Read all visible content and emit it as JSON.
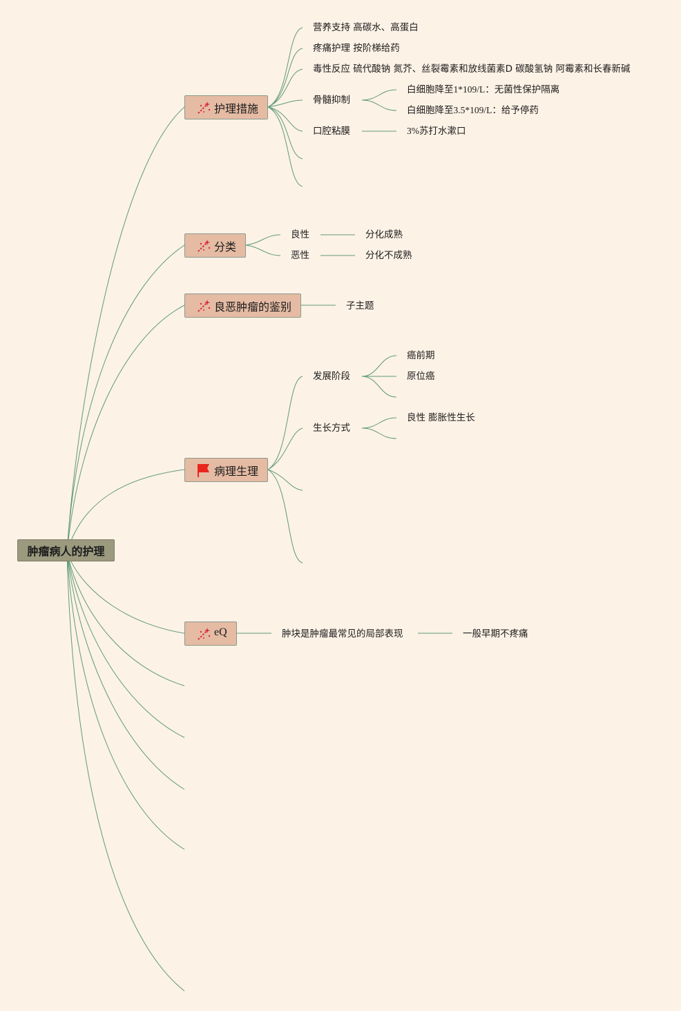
{
  "root": {
    "label": "肿瘤病人的护理"
  },
  "topics": {
    "care": {
      "label": "护理措施",
      "icon": "sparkle-icon",
      "children": {
        "nutrition": "营养支持 高碳水、高蛋白",
        "pain": "疼痛护理 按阶梯给药",
        "toxicity": "毒性反应 硫代酸钠 氮芥、丝裂霉素和放线菌素D 碳酸氢钠 阿霉素和长春新碱",
        "marrow": "骨髓抑制",
        "marrow_a": "白细胞降至1*109/L：无菌性保护隔离",
        "marrow_b": "白细胞降至3.5*109/L：给予停药",
        "oral": "口腔粘膜",
        "oral_a": "3%苏打水漱口"
      }
    },
    "classification": {
      "label": "分类",
      "icon": "sparkle-icon",
      "children": {
        "benign": "良性",
        "benign_a": "分化成熟",
        "malignant": "恶性",
        "malignant_a": "分化不成熟"
      }
    },
    "differentiation": {
      "label": "良恶肿瘤的鉴别",
      "icon": "sparkle-icon",
      "children": {
        "sub": "子主题"
      }
    },
    "pathophysiology": {
      "label": "病理生理",
      "icon": "flag-icon",
      "children": {
        "stage": "发展阶段",
        "stage_a": "癌前期",
        "stage_b": "原位癌",
        "growth": "生长方式",
        "growth_a": "良性 膨胀性生长"
      }
    },
    "eq": {
      "label": "eQ",
      "icon": "sparkle-icon",
      "children": {
        "lump": "肿块是肿瘤最常见的局部表现",
        "lump_a": "一般早期不疼痛"
      }
    }
  },
  "colors": {
    "background": "#fdf2e6",
    "root_fill": "#9b9a7f",
    "topic_fill": "#e5bba4",
    "connector": "#5e9a78",
    "flag": "#e8261e",
    "sparkle": "#d8283c"
  }
}
